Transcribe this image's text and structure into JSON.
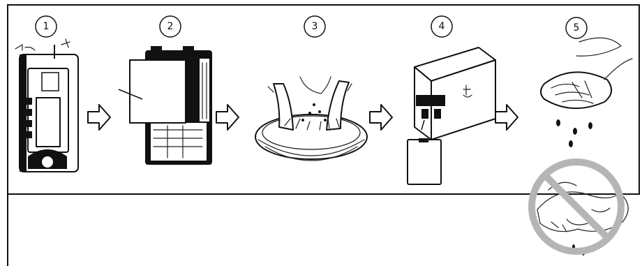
{
  "steps": [
    {
      "number": "1",
      "icon": "device-open-icon"
    },
    {
      "number": "2",
      "icon": "device-closed-icon"
    },
    {
      "number": "3",
      "icon": "hands-in-water-icon"
    },
    {
      "number": "4",
      "icon": "dispenser-icon"
    },
    {
      "number": "5",
      "icon": "hand-dripping-icon"
    }
  ],
  "prohibition": {
    "icon": "no-hand-wringing-icon",
    "color": "#b5b5b5"
  },
  "arrow_count": 4
}
